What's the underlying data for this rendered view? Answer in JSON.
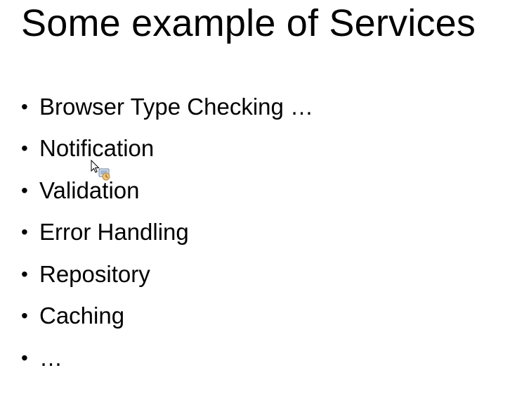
{
  "slide": {
    "title": "Some example of Services",
    "bullets": [
      "Browser Type Checking …",
      "Notification",
      "Validation",
      "Error Handling",
      "Repository",
      "Caching",
      "…"
    ]
  },
  "cursor": {
    "icon": "busy-pointer-icon"
  }
}
